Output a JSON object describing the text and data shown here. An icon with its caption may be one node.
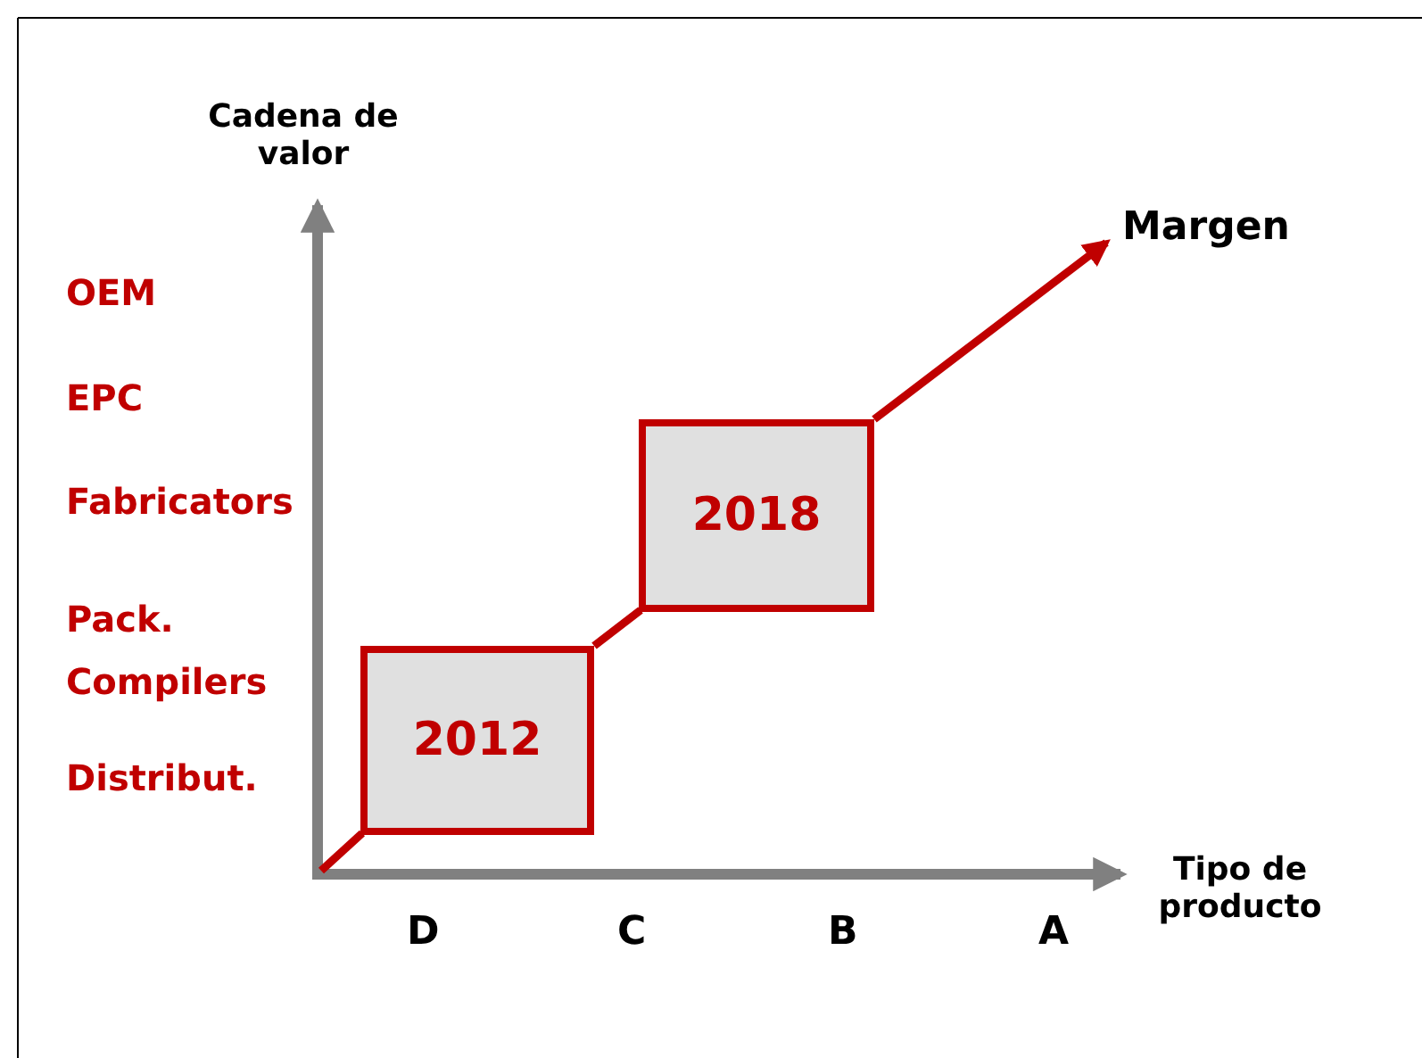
{
  "diagram": {
    "nodes": [
      {
        "text": [
          "2012"
        ]
      },
      {
        "text": [
          "2018"
        ]
      },
      {
        "text": [
          "Margen"
        ]
      }
    ],
    "edges": [
      {
        "from": null,
        "to": 0,
        "arrow": "none"
      },
      {
        "from": 0,
        "to": 1,
        "arrow": "none"
      },
      {
        "from": 1,
        "to": 2,
        "arrow": "to"
      }
    ],
    "labels": [
      "Cadena de valor",
      "OEM",
      "EPC",
      "Fabricators",
      "Pack. Compilers",
      "Distribut.",
      "Tipo de producto",
      "D",
      "C",
      "B",
      "A"
    ]
  }
}
